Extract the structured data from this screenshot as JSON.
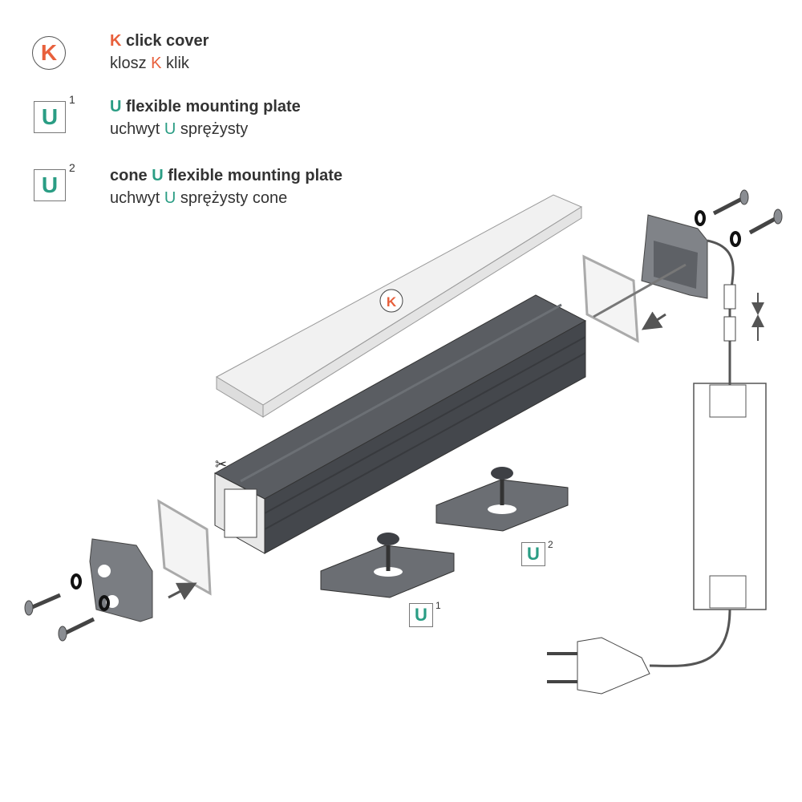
{
  "legend": [
    {
      "badge": "K",
      "shape": "circle",
      "sup": "",
      "title_pre": "",
      "title_post": " click cover",
      "subtitle_pre": "klosz ",
      "subtitle_post": " klik"
    },
    {
      "badge": "U",
      "shape": "square",
      "sup": "1",
      "title_pre": "",
      "title_post": " flexible mounting plate",
      "subtitle_pre": "uchwyt ",
      "subtitle_post": " sprężysty"
    },
    {
      "badge": "U",
      "shape": "square",
      "sup": "2",
      "title_pre": "cone ",
      "title_post": " flexible mounting plate",
      "subtitle_pre": "uchwyt ",
      "subtitle_post": " sprężysty cone"
    }
  ],
  "callouts": {
    "cover": "K",
    "plate1": "U",
    "plate1_sup": "1",
    "plate2": "U",
    "plate2_sup": "2"
  },
  "colors": {
    "k": "#e8603c",
    "u": "#2a9d84",
    "profile": "#4a4d52",
    "cap": "#7a7d82"
  }
}
